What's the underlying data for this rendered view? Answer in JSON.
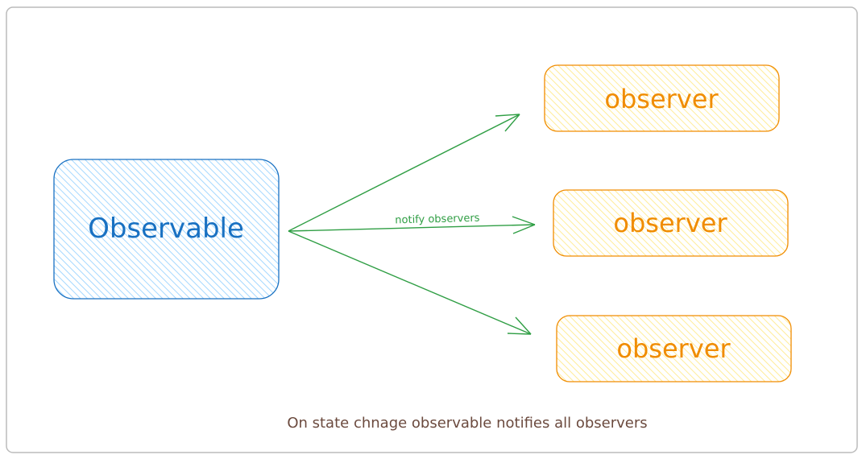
{
  "diagram": {
    "subject": {
      "label": "Observable",
      "stroke": "#1971c2",
      "fill": "#a5d8ff"
    },
    "observers": [
      {
        "label": "observer"
      },
      {
        "label": "observer"
      },
      {
        "label": "observer"
      }
    ],
    "observer_style": {
      "stroke": "#f08c00",
      "fill": "#ffec99",
      "text": "#f08c00"
    },
    "arrow_label": "notify observers",
    "arrow_color": "#2f9e44",
    "caption": "On state chnage observable notifies all observers",
    "caption_color": "#6b4a3e",
    "frame_color": "#bbbbbb"
  }
}
